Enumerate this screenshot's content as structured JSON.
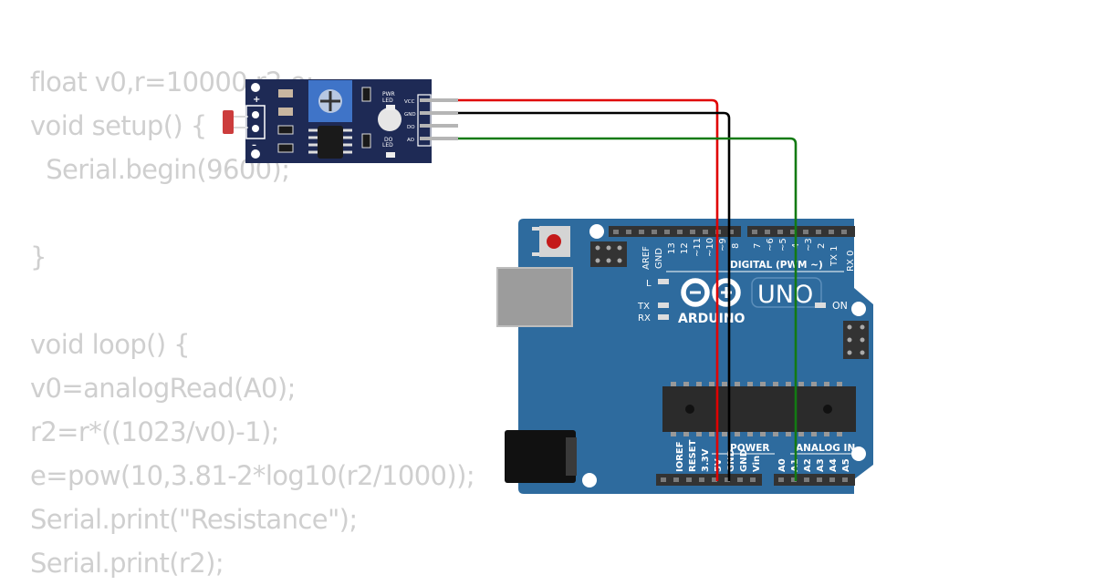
{
  "code": {
    "lines": [
      "float v0,r=10000,r2,e;",
      "void setup() {",
      "  Serial.begin(9600);",
      "",
      "}",
      "",
      "void loop() {",
      "v0=analogRead(A0);",
      "r2=r*((1023/v0)-1);",
      "e=pow(10,3.81-2*log10(r2/1000));",
      "Serial.print(\"Resistance\");",
      "Serial.print(r2);"
    ]
  },
  "sensor": {
    "plus": "+",
    "minus": "–",
    "pwr_led_1": "PWR",
    "pwr_led_2": "LED",
    "do_led_1": "DO",
    "do_led_2": "LED",
    "pins": [
      "VCC",
      "GND",
      "DO",
      "AO"
    ]
  },
  "arduino": {
    "brand": "ARDUINO",
    "model": "UNO",
    "digital_label": "DIGITAL (PWM ~)",
    "power_label": "POWER",
    "analog_label": "ANALOG IN",
    "on_label": "ON",
    "l_label": "L",
    "tx_label": "TX",
    "rx_label": "RX",
    "digital_pins": [
      "AREF",
      "GND",
      "13",
      "12",
      "~11",
      "~10",
      "~9",
      "8",
      "7",
      "~6",
      "~5",
      "4",
      "~3",
      "2",
      "TX 1",
      "RX 0"
    ],
    "power_pins": [
      "IOREF",
      "RESET",
      "3.3V",
      "5V",
      "GND",
      "GND",
      "Vin"
    ],
    "analog_pins": [
      "A0",
      "A1",
      "A2",
      "A3",
      "A4",
      "A5"
    ]
  },
  "colors": {
    "board": "#2e6b9e",
    "sensor_board": "#1e2a55",
    "wire_vcc": "#e00000",
    "wire_gnd": "#000000",
    "wire_ao": "#137a13",
    "code_text": "#cfcfcf"
  }
}
